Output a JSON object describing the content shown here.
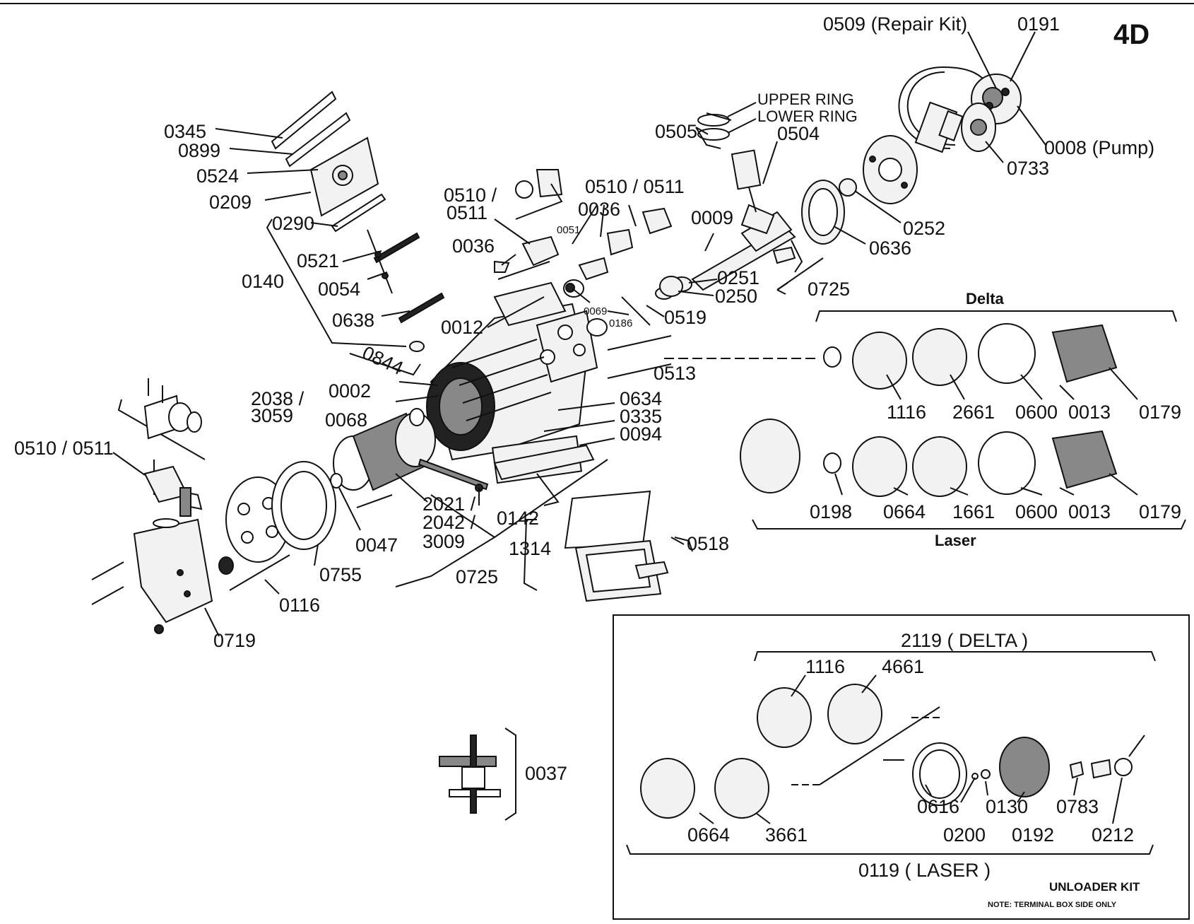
{
  "title": "4D",
  "labels": {
    "repair_kit": "0509 (Repair Kit)",
    "p0191": "0191",
    "pump": "0008 (Pump)",
    "p0733": "0733",
    "p0252": "0252",
    "p0636": "0636",
    "upper_ring": "UPPER RING",
    "lower_ring": "LOWER RING",
    "p0505": "0505",
    "p0504": "0504",
    "p0009": "0009",
    "p0251": "0251",
    "p0250": "0250",
    "p0725_top": "0725",
    "p0519": "0519",
    "p0186": "0186",
    "p0513": "0513",
    "p0510_top_a": "0510 /",
    "p0510_top_b": "0511",
    "p0510_right": "0510 / 0511",
    "p0036_a": "0036",
    "p0036_b": "0036",
    "p0051": "0051",
    "p0069": "0069",
    "p0012": "0012",
    "p0345": "0345",
    "p0899": "0899",
    "p0524": "0524",
    "p0209": "0209",
    "p0290": "0290",
    "p0521": "0521",
    "p0140": "0140",
    "p0054": "0054",
    "p0638": "0638",
    "p0844": "0844",
    "p2038_a": "2038 /",
    "p2038_b": "3059",
    "p0002": "0002",
    "p0068": "0068",
    "p0634": "0634",
    "p0335": "0335",
    "p0094": "0094",
    "p0510_left": "0510 / 0511",
    "p2021_a": "2021 /",
    "p2021_b": "2042 /",
    "p2021_c": "3009",
    "p0142": "0142",
    "p0047": "0047",
    "p1314": "1314",
    "p0518": "0518",
    "p0755": "0755",
    "p0725_bottom": "0725",
    "p0116": "0116",
    "p0719": "0719",
    "p0037": "0037",
    "delta": "Delta",
    "laser": "Laser",
    "d1116": "1116",
    "d2661": "2661",
    "d0600": "0600",
    "d0013": "0013",
    "d0179": "0179",
    "l0198": "0198",
    "l0664": "0664",
    "l1661": "1661",
    "l0600": "0600",
    "l0013": "0013",
    "l0179": "0179",
    "k_delta": "2119  ( DELTA )",
    "k1116": "1116",
    "k4661": "4661",
    "k0664": "0664",
    "k3661": "3661",
    "k0616": "0616",
    "k0200": "0200",
    "k0130": "0130",
    "k0192": "0192",
    "k0783": "0783",
    "k0212": "0212",
    "k_laser": "0119  ( LASER )",
    "unloader_kit": "UNLOADER KIT",
    "note": "NOTE: TERMINAL BOX SIDE ONLY"
  }
}
